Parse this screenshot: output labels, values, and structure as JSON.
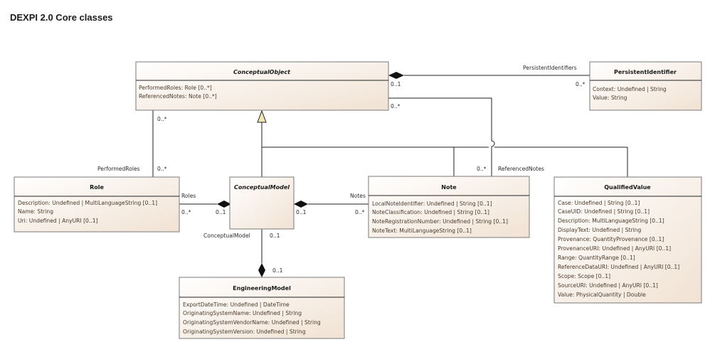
{
  "title": "DEXPI 2.0 Core classes",
  "classes": {
    "conceptual_object": {
      "name": "ConceptualObject",
      "attributes": [
        "PerformedRoles: Role [0..*]",
        "ReferencedNotes: Note [0..*]"
      ]
    },
    "persistent_identifier": {
      "name": "PersistentIdentifier",
      "attributes": [
        "Context: Undefined | String",
        "Value: String"
      ]
    },
    "role": {
      "name": "Role",
      "attributes": [
        "Description: Undefined | MultiLanguageString [0..1]",
        "Name: String",
        "Uri: Undefined | AnyURI [0..1]"
      ]
    },
    "conceptual_model": {
      "name": "ConceptualModel",
      "attributes": []
    },
    "note": {
      "name": "Note",
      "attributes": [
        "LocalNoteIdentifier: Undefined | String [0..1]",
        "NoteClassification: Undefined | String [0..1]",
        "NoteRegistrationNumber: Undefined | String [0..1]",
        "NoteText: MultiLanguageString [0..1]"
      ]
    },
    "qualified_value": {
      "name": "QualifiedValue",
      "attributes": [
        "Case: Undefined | String [0..1]",
        "CaseUID: Undefined | String [0..1]",
        "Description: MultiLanguageString [0..1]",
        "DisplayText: Undefined | String",
        "Provenance: QuantityProvenance [0..1]",
        "ProvenanceURI: Undefined | AnyURI [0..1]",
        "Range: QuantityRange [0..1]",
        "ReferenceDataURI: Undefined | AnyURI [0..1]",
        "Scope: Scope [0..1]",
        "SourceURI: Undefined | AnyURI [0..1]",
        "Value: PhysicalQuantity | Double"
      ]
    },
    "engineering_model": {
      "name": "EngineeringModel",
      "attributes": [
        "ExportDateTime: Undefined | DateTime",
        "OriginatingSystemName: Undefined | String",
        "OriginatingSystemVendorName: Undefined | String",
        "OriginatingSystemVersion: Undefined | String"
      ]
    }
  },
  "labels": {
    "persistent_identifiers": "PersistentIdentifiers",
    "co_pi_mult": "0..1",
    "pi_mult": "0..*",
    "co_refnotes_mult": "0..*",
    "co_performed_mult": "0..*",
    "performed_roles": "PerformedRoles",
    "role_performed_mult": "0..*",
    "roles": "Roles",
    "role_mult": "0..*",
    "cm_roles_mult": "0..1",
    "notes": "Notes",
    "cm_notes_mult": "0..1",
    "note_mult": "0..*",
    "referenced_notes": "ReferencedNotes",
    "note_ref_mult": "0..*",
    "conceptual_model": "ConceptualModel",
    "cm_em_mult": "0..1",
    "em_cm_mult": "0..1"
  },
  "colors": {
    "box_top": "#ffffff",
    "box_bottom": "#f1e2d3",
    "line": "#222222"
  }
}
